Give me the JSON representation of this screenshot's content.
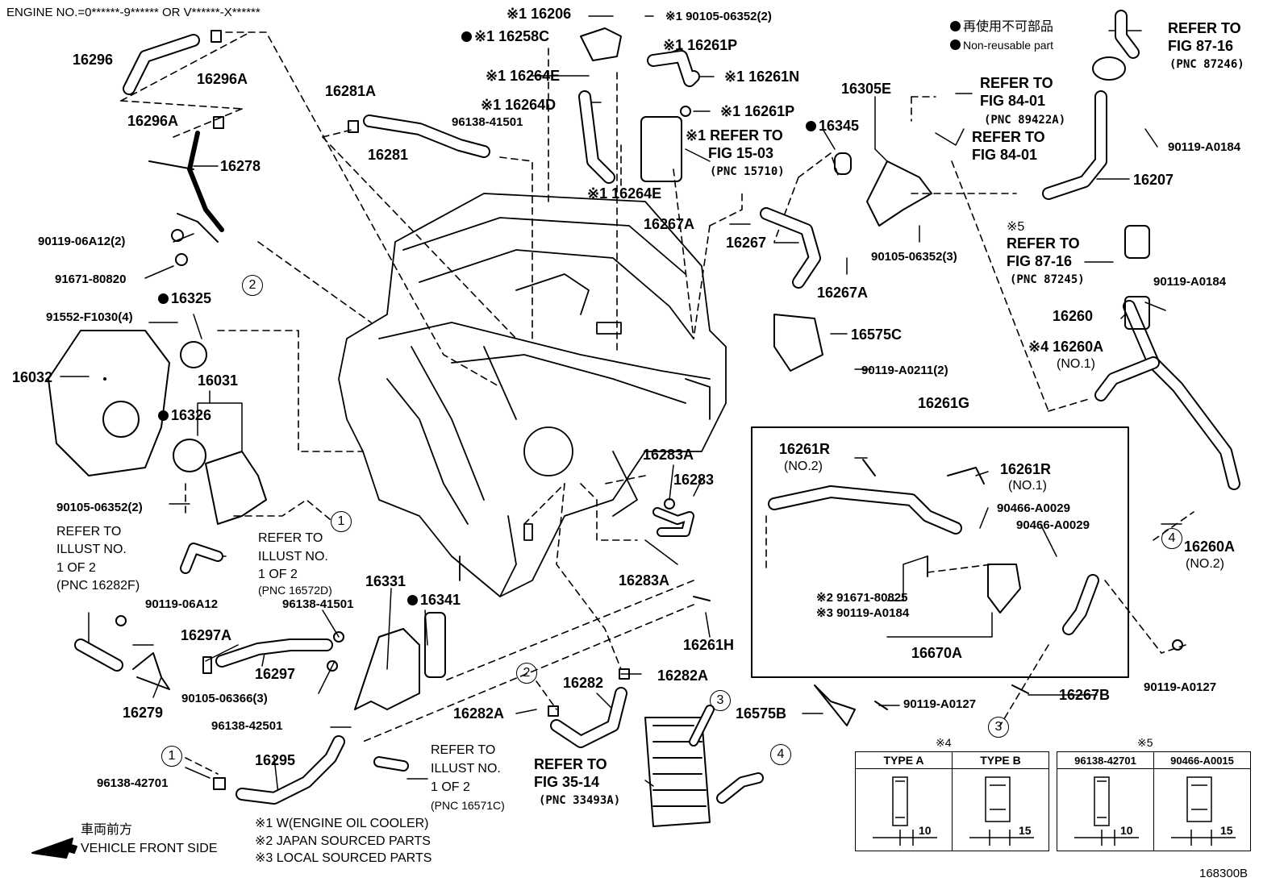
{
  "header": {
    "engine_no": "ENGINE NO.=0******-9****** OR V******-X******"
  },
  "legend": {
    "item1": "再使用不可部品",
    "item2": "Non-reusable part"
  },
  "parts": {
    "p16296": "16296",
    "p16296A_1": "16296A",
    "p16296A_2": "16296A",
    "p16278": "16278",
    "p90119_06A12_2": "90119-06A12(2)",
    "p91671_80820": "91671-80820",
    "p16325": "16325",
    "p91552": "91552-F1030(4)",
    "p16032": "16032",
    "p16031": "16031",
    "p16326": "16326",
    "p90105_06352_2": "90105-06352(2)",
    "p16281A": "16281A",
    "p16281": "16281",
    "p16206": "※1 16206",
    "p90105_06352_2b": "※1 90105-06352(2)",
    "p16258C": "※1 16258C",
    "p16261P_1": "※1 16261P",
    "p16264E_1": "※1 16264E",
    "p16261N": "※1 16261N",
    "p16264D": "※1 16264D",
    "p96138_41501_a": "96138-41501",
    "p16261P_2": "※1 16261P",
    "ref_15_03_a": "※1 REFER TO",
    "ref_15_03_b": "FIG 15-03",
    "ref_15_03_c": "(PNC 15710)",
    "p16264E_2": "※1 16264E",
    "p16305E": "16305E",
    "p16345": "16345",
    "ref_84_01a_a": "REFER TO",
    "ref_84_01a_b": "FIG 84-01",
    "ref_84_01a_c": "(PNC 89422A)",
    "ref_84_01b_a": "REFER TO",
    "ref_84_01b_b": "FIG 84-01",
    "ref_87_16a_a": "REFER TO",
    "ref_87_16a_b": "FIG 87-16",
    "ref_87_16a_c": "(PNC 87246)",
    "p90119_A0184_a": "90119-A0184",
    "p16207": "16207",
    "p16267A_1": "16267A",
    "p16267": "16267",
    "p16267A_2": "16267A",
    "p90105_06352_3": "90105-06352(3)",
    "x5": "※5",
    "ref_87_16b_a": "REFER TO",
    "ref_87_16b_b": "FIG 87-16",
    "ref_87_16b_c": "(PNC 87245)",
    "p90119_A0184_b": "90119-A0184",
    "p16260": "16260",
    "p16575C": "16575C",
    "p90119_A0211_2": "90119-A0211(2)",
    "p16260A_1": "※4 16260A",
    "no1": "(NO.1)",
    "p16261G": "16261G",
    "p16261R_1": "16261R",
    "no2a": "(NO.2)",
    "p16261R_2": "16261R",
    "no1b": "(NO.1)",
    "p90466_A0029_1": "90466-A0029",
    "p90466_A0029_2": "90466-A0029",
    "p91671_80825": "※2 91671-80825",
    "p90119_A0184_c": "※3 90119-A0184",
    "p16670A": "16670A",
    "p16260A_2": "16260A",
    "no2b": "(NO.2)",
    "p16283A_1": "16283A",
    "p16283": "16283",
    "p16283A_2": "16283A",
    "p16261H": "16261H",
    "ref_16282F_a": "REFER TO",
    "ref_16282F_b": "ILLUST NO.",
    "ref_16282F_c": "1 OF 2",
    "ref_16282F_d": "(PNC 16282F)",
    "ref_16572D_a": "REFER TO",
    "ref_16572D_b": "ILLUST NO.",
    "ref_16572D_c": "1 OF 2",
    "ref_16572D_d": "(PNC 16572D)",
    "p90119_06A12": "90119-06A12",
    "p16297A": "16297A",
    "p16279": "16279",
    "p96138_41501_b": "96138-41501",
    "p16331": "16331",
    "p16341": "16341",
    "p16297": "16297",
    "p90105_06366_3": "90105-06366(3)",
    "p96138_42501": "96138-42501",
    "p16295": "16295",
    "p96138_42701": "96138-42701",
    "ref_16571C_a": "REFER TO",
    "ref_16571C_b": "ILLUST NO.",
    "ref_16571C_c": "1 OF 2",
    "ref_16571C_d": "(PNC 16571C)",
    "p16282A_1": "16282A",
    "p16282": "16282",
    "p16282A_2": "16282A",
    "ref_35_14_a": "REFER TO",
    "ref_35_14_b": "FIG 35-14",
    "ref_35_14_c": "(PNC 33493A)",
    "p16575B": "16575B",
    "p90119_A0127_1": "90119-A0127",
    "p16267B": "16267B",
    "p90119_A0127_2": "90119-A0127"
  },
  "circles": {
    "c1": "1",
    "c2": "2",
    "c3": "3",
    "c4": "4"
  },
  "notes": {
    "n1": "※1 W(ENGINE OIL COOLER)",
    "n2": "※2 JAPAN SOURCED PARTS",
    "n3": "※3 LOCAL SOURCED PARTS"
  },
  "direction": {
    "jp": "車両前方",
    "en": "VEHICLE FRONT SIDE"
  },
  "clip_tables": {
    "t4": {
      "mark": "※4",
      "col1": "TYPE A",
      "col2": "TYPE B",
      "dim1": "10",
      "dim2": "15"
    },
    "t5": {
      "mark": "※5",
      "col1": "96138-42701",
      "col2": "90466-A0015",
      "dim1": "10",
      "dim2": "15"
    }
  },
  "figure_no": "168300B"
}
